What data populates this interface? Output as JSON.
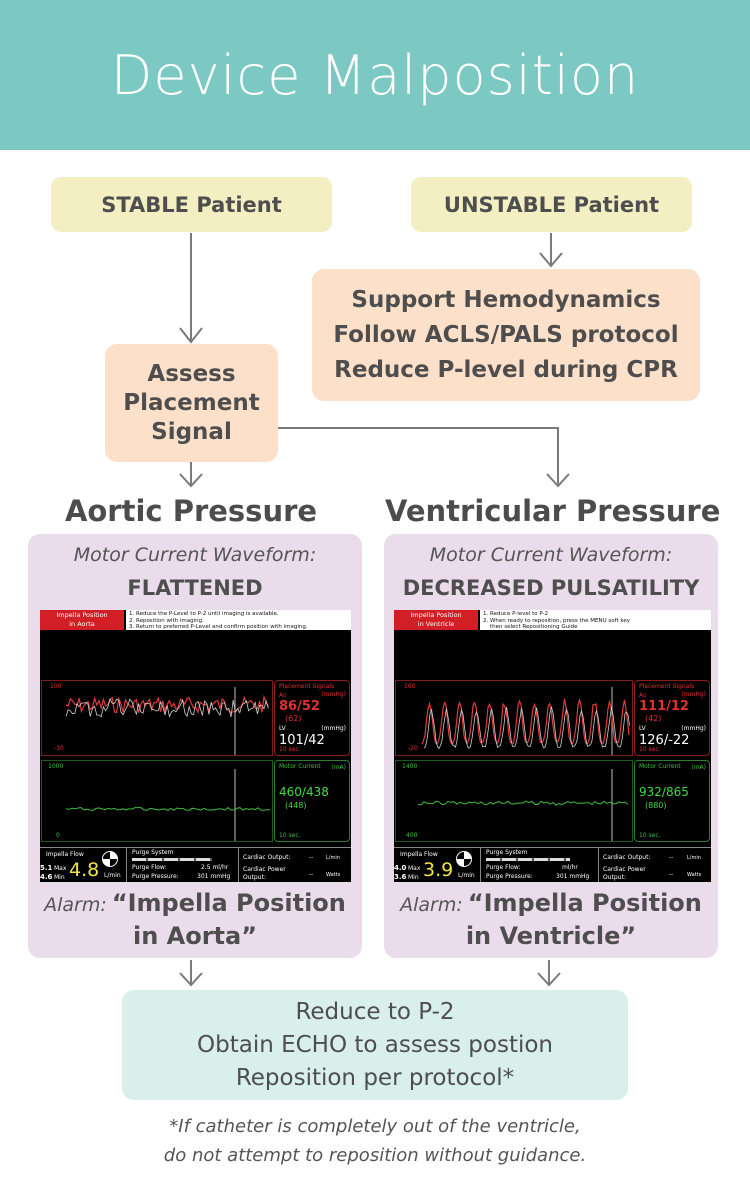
{
  "title": "Device Malposition",
  "stable_box": "STABLE Patient",
  "unstable_box": "UNSTABLE Patient",
  "support_box": [
    "Support Hemodynamics",
    "Follow ACLS/PALS protocol",
    "Reduce P-level during CPR"
  ],
  "assess_box": [
    "Assess",
    "Placement",
    "Signal"
  ],
  "left": {
    "title": "Aortic Pressure",
    "mcw_label": "Motor Current Waveform:",
    "mcw_value": "FLATTENED",
    "alarm_label": "Alarm:",
    "alarm_line1": "“Impella Position",
    "alarm_line2": "in Aorta”",
    "monitor": {
      "badge": [
        "Impella Position",
        "in Aorta"
      ],
      "instructions": [
        "1. Reduce the P-Level to P-2 until imaging is available.",
        "2. Reposition with imaging.",
        "3. Return to preferred P-Level and confirm position with imaging."
      ],
      "placement_title": "Placement Signals",
      "unit_mmhg": "(mmHg)",
      "ao_label": "Ao",
      "ao_value": "86/52",
      "ao_mean": "(62)",
      "lv_label": "LV",
      "lv_value": "101/42",
      "top_tick": "100",
      "bottom_tick": "-30",
      "sec_label": "10 sec.",
      "motor_title": "Motor Current",
      "unit_ma": "(mA)",
      "motor_value": "460/438",
      "motor_mean": "(448)",
      "mc_top_tick": "1000",
      "mc_bottom_tick": "0",
      "flow_label": "Impella Flow",
      "max_value": "5.1",
      "max_label": "Max",
      "min_value": "4.6",
      "min_label": "Min",
      "flow_value": "4.8",
      "flow_unit": "L/min",
      "purge_title": "Purge System",
      "purge_flow_label": "Purge Flow:",
      "purge_flow_value": "2.5 ml/hr",
      "purge_pressure_label": "Purge Pressure:",
      "purge_pressure_value": "301 mmHg",
      "cardiac_output_label": "Cardiac Output:",
      "cardiac_output_value": "--",
      "cardiac_output_unit": "L/min",
      "cardiac_power_label": "Cardiac Power",
      "cardiac_power_label2": "Output:",
      "cardiac_power_value": "--",
      "cardiac_power_unit": "Watts"
    }
  },
  "right": {
    "title": "Ventricular Pressure",
    "mcw_label": "Motor Current Waveform:",
    "mcw_value": "DECREASED PULSATILITY",
    "alarm_label": "Alarm:",
    "alarm_line1": "“Impella Position",
    "alarm_line2": "in Ventricle”",
    "monitor": {
      "badge": [
        "Impella Position",
        "in Ventricle"
      ],
      "instructions": [
        "1. Reduce P-level to P-2",
        "2. When ready to reposition, press the MENU soft key",
        "    then select Repositioning Guide"
      ],
      "placement_title": "Placement Signals",
      "unit_mmhg": "(mmHg)",
      "ao_label": "Ao",
      "ao_value": "111/12",
      "ao_mean": "(42)",
      "lv_label": "LV",
      "lv_value": "126/-22",
      "top_tick": "160",
      "bottom_tick": "-20",
      "sec_label": "10 sec.",
      "motor_title": "Motor Current",
      "unit_ma": "(mA)",
      "motor_value": "932/865",
      "motor_mean": "(880)",
      "mc_top_tick": "1400",
      "mc_bottom_tick": "400",
      "flow_label": "Impella Flow",
      "max_value": "4.0",
      "max_label": "Max",
      "min_value": "3.6",
      "min_label": "Min",
      "flow_value": "3.9",
      "flow_unit": "L/min",
      "purge_title": "Purge System",
      "purge_flow_label": "Purge Flow:",
      "purge_flow_value": "ml/hr",
      "purge_pressure_label": "Purge Pressure:",
      "purge_pressure_value": "301 mmHg",
      "cardiac_output_label": "Cardiac Output:",
      "cardiac_output_value": "--",
      "cardiac_output_unit": "L/min",
      "cardiac_power_label": "Cardiac Power",
      "cardiac_power_label2": "Output:",
      "cardiac_power_value": "--",
      "cardiac_power_unit": "Watts"
    }
  },
  "reduce_box": [
    "Reduce to P-2",
    "Obtain ECHO to assess postion",
    "Reposition per protocol*"
  ],
  "footnote": [
    "*If catheter is completely out of the ventricle,",
    "do not attempt to reposition without guidance."
  ],
  "colors": {
    "header": "#7cc8c3",
    "yellow_box": "#f3efc2",
    "peach_box": "#fde0c9",
    "panel": "#eadceb",
    "reduce_box": "#d8efec",
    "arrow": "#7a7a7a"
  }
}
